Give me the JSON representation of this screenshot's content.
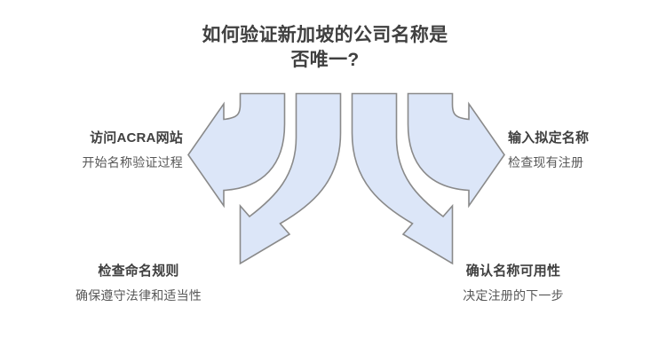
{
  "diagram": {
    "type": "fan-out-arrow-diagram",
    "title": "如何验证新加坡的公司名称是\n否唯一?",
    "colors": {
      "arrow_fill": "#dce6f8",
      "arrow_stroke": "#8a8a8a",
      "title_text": "#404040",
      "step_title_text": "#404040",
      "step_desc_text": "#585858",
      "background": "#ffffff"
    },
    "steps": [
      {
        "id": "visit-acra-website",
        "position": "left",
        "arrow_direction": "left",
        "title": "访问ACRA网站",
        "description": "开始名称验证过程"
      },
      {
        "id": "enter-proposed-name",
        "position": "right",
        "arrow_direction": "right",
        "title": "输入拟定名称",
        "description": "检查现有注册"
      },
      {
        "id": "check-naming-rules",
        "position": "bottom-left",
        "arrow_direction": "down",
        "title": "检查命名规则",
        "description": "确保遵守法律和适当性"
      },
      {
        "id": "confirm-name-availability",
        "position": "bottom-right",
        "arrow_direction": "down",
        "title": "确认名称可用性",
        "description": "决定注册的下一步"
      }
    ]
  }
}
